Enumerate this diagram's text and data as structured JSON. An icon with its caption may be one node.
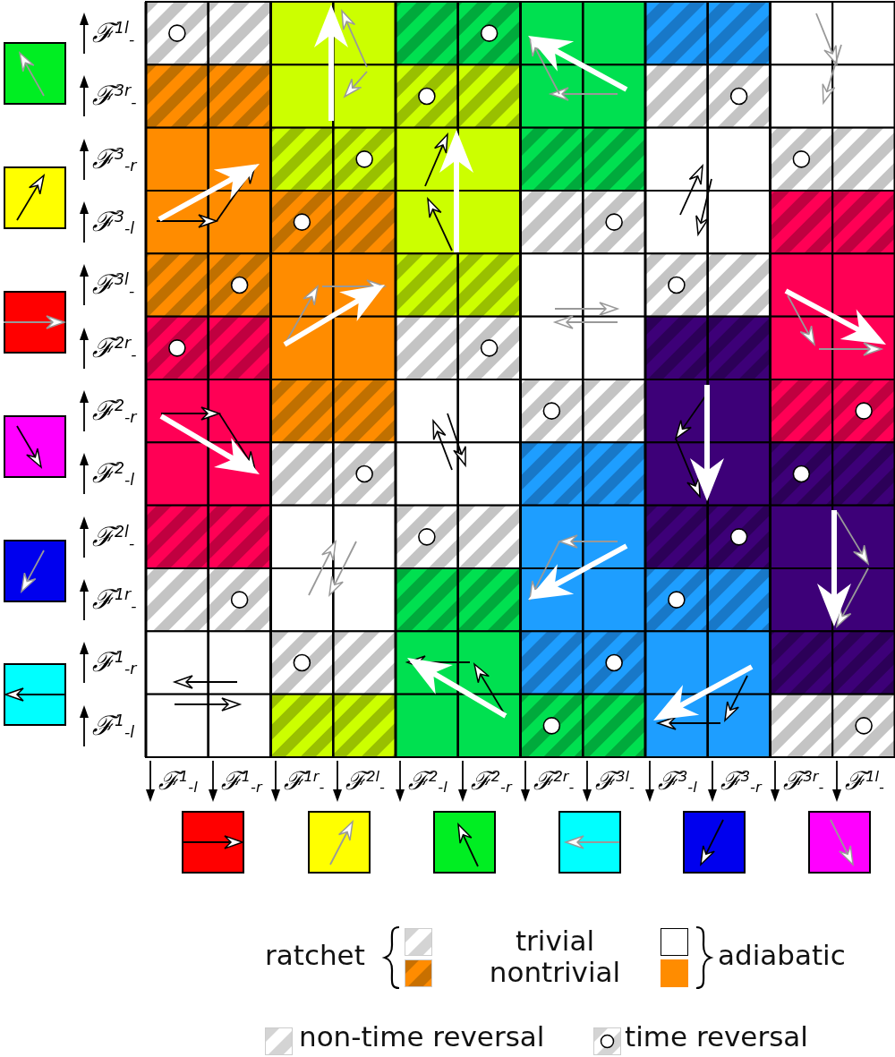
{
  "diagram": {
    "labels": [
      "ℱ$^{1l}$$_{-}$",
      "ℱ$^{3r}$$_{-}$",
      "ℱ$^{3}$$_{-r}$",
      "ℱ$^{3}$$_{-l}$",
      "ℱ$^{3l}$$_{-}$",
      "ℱ$^{2r}$$_{-}$",
      "ℱ$^{2}$$_{-r}$",
      "ℱ$^{2}$$_{-l}$",
      "ℱ$^{2l}$$_{-}$",
      "ℱ$^{1r}$$_{-}$",
      "ℱ$^{1}$$_{-r}$",
      "ℱ$^{1}$$_{-l}$",
      "ℱ$^{1}$$_{-l}$",
      "ℱ$^{1}$$_{-r}$",
      "ℱ$^{1r}$$_{-}$",
      "ℱ$^{2l}$$_{-}$",
      "ℱ$^{2}$$_{-l}$",
      "ℱ$^{2}$$_{-r}$",
      "ℱ$^{2r}$$_{-}$",
      "ℱ$^{3l}$$_{-}$",
      "ℱ$^{3}$$_{-l}$",
      "ℱ$^{3}$$_{-r}$",
      "ℱ$^{3r}$$_{-}$",
      "ℱ$^{1l}$$_{-}$",
      "ratchet",
      "adiabatic"
    ],
    "legend": [
      {
        "text": "trivial"
      },
      {
        "text": "nontrivial"
      },
      {
        "text": "non-time reversal"
      },
      {
        "text": "time reversal"
      }
    ]
  }
}
